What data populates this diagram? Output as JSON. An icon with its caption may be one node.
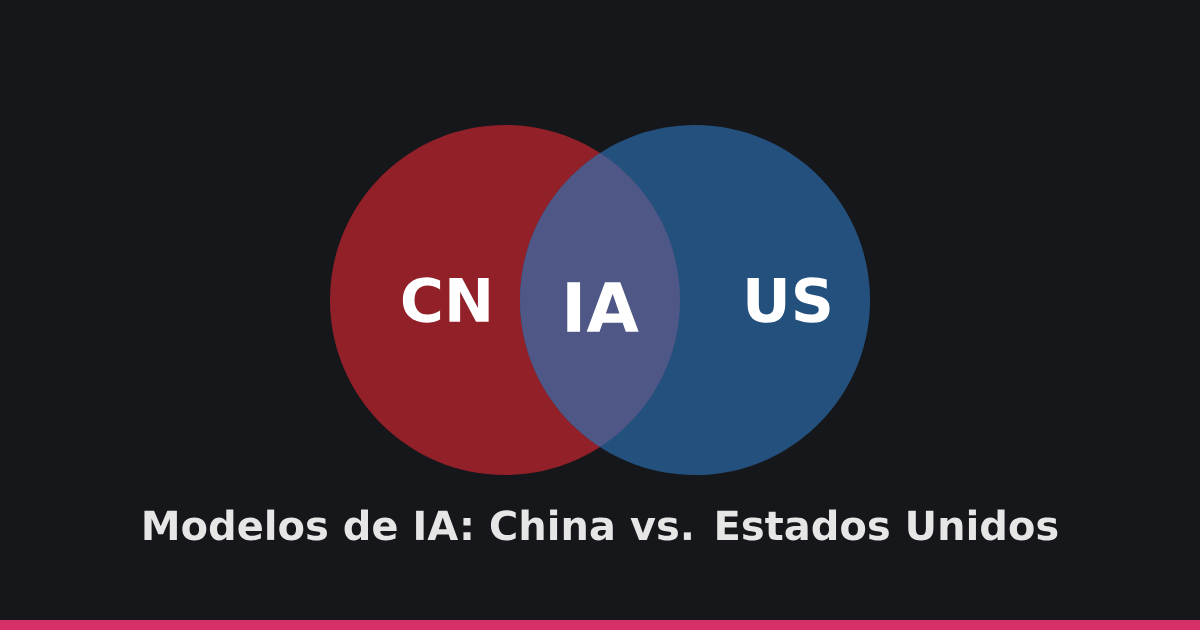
{
  "diagram": {
    "title": "Modelos de IA: China vs. Estados Unidos",
    "nodes": [
      {
        "text": [
          "CN"
        ]
      },
      {
        "text": [
          "US"
        ]
      }
    ],
    "labels": [
      "IA"
    ]
  }
}
